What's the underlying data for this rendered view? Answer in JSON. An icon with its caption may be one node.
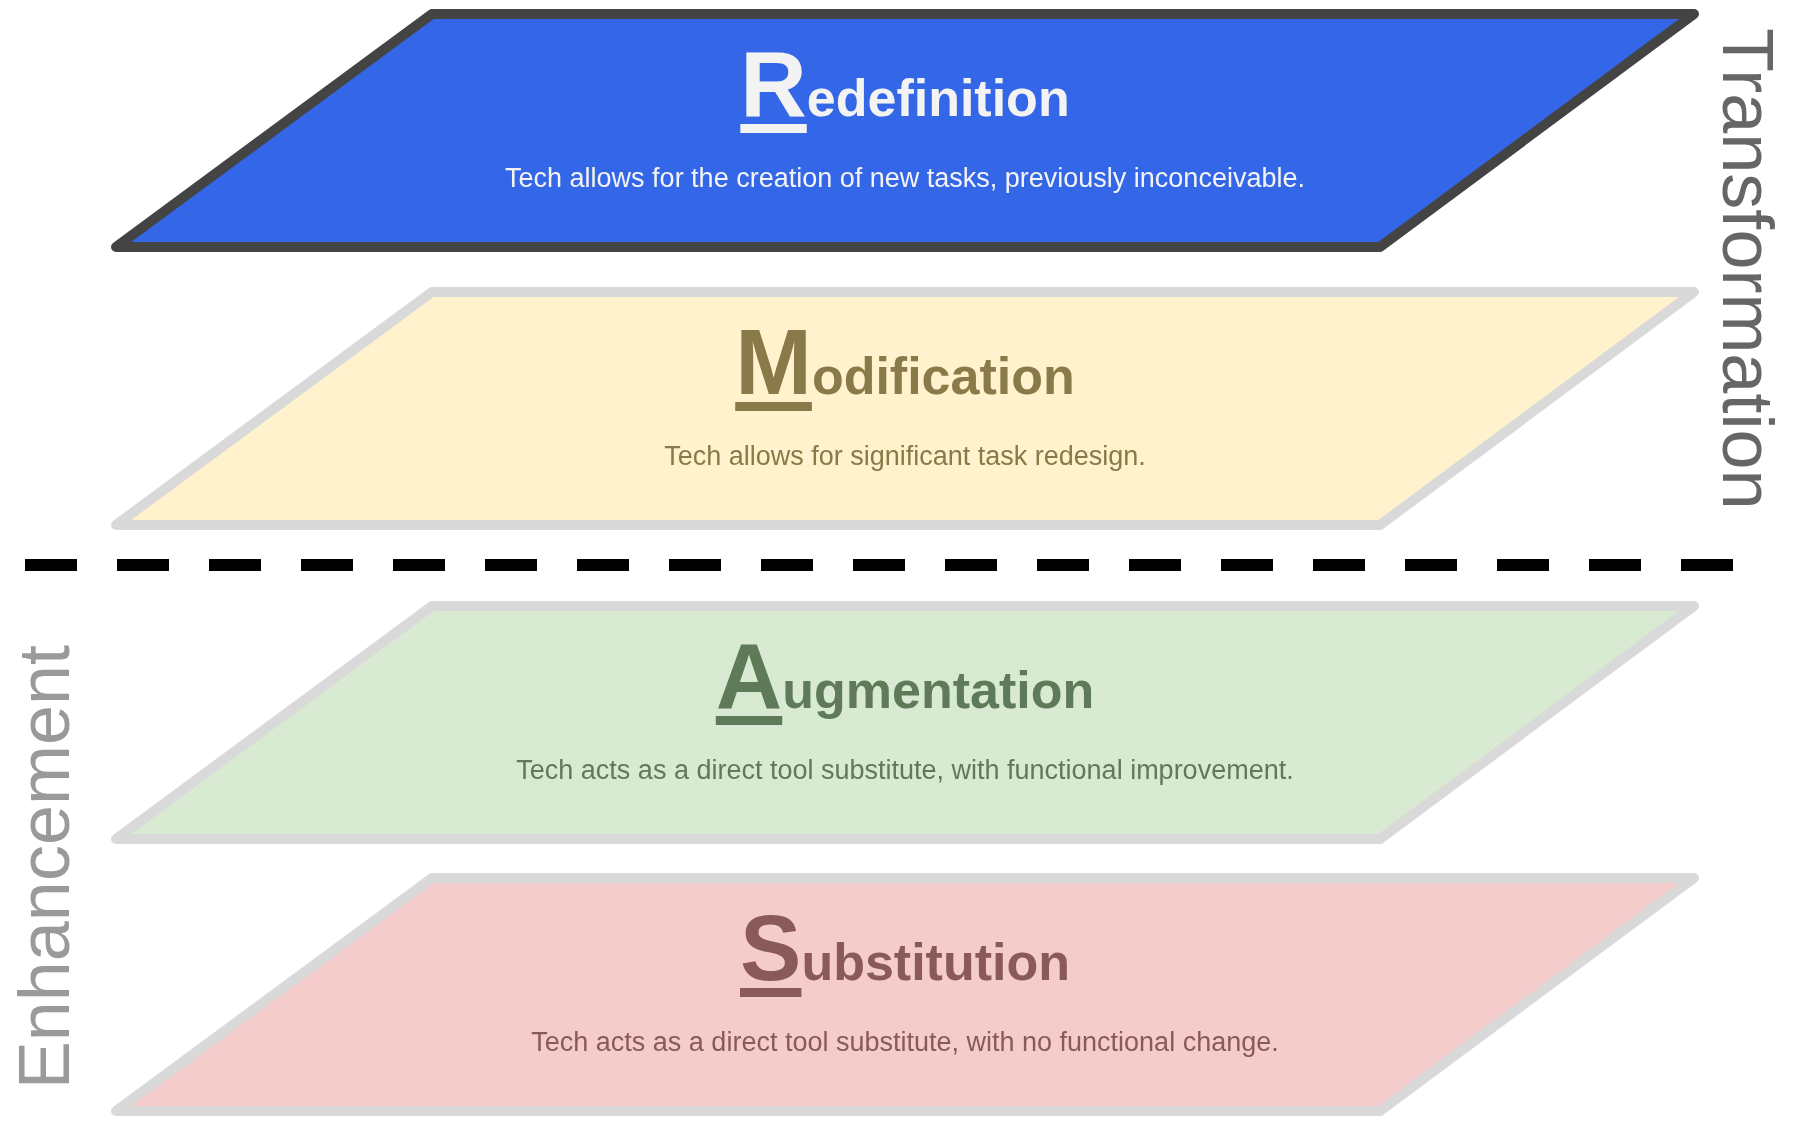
{
  "diagram": {
    "nodes": [
      {
        "text": [
          "Redefinition",
          "Tech allows for the creation of new tasks, previously inconceivable."
        ]
      },
      {
        "text": [
          "Modification",
          "Tech allows for significant task redesign."
        ]
      },
      {
        "text": [
          "Augmentation",
          "Tech acts as a direct tool substitute, with functional improvement."
        ]
      },
      {
        "text": [
          "Substitution",
          "Tech acts as a direct tool substitute, with no functional change."
        ]
      }
    ],
    "edges": [],
    "labels": [
      "Transformation",
      "Enhancement"
    ]
  }
}
